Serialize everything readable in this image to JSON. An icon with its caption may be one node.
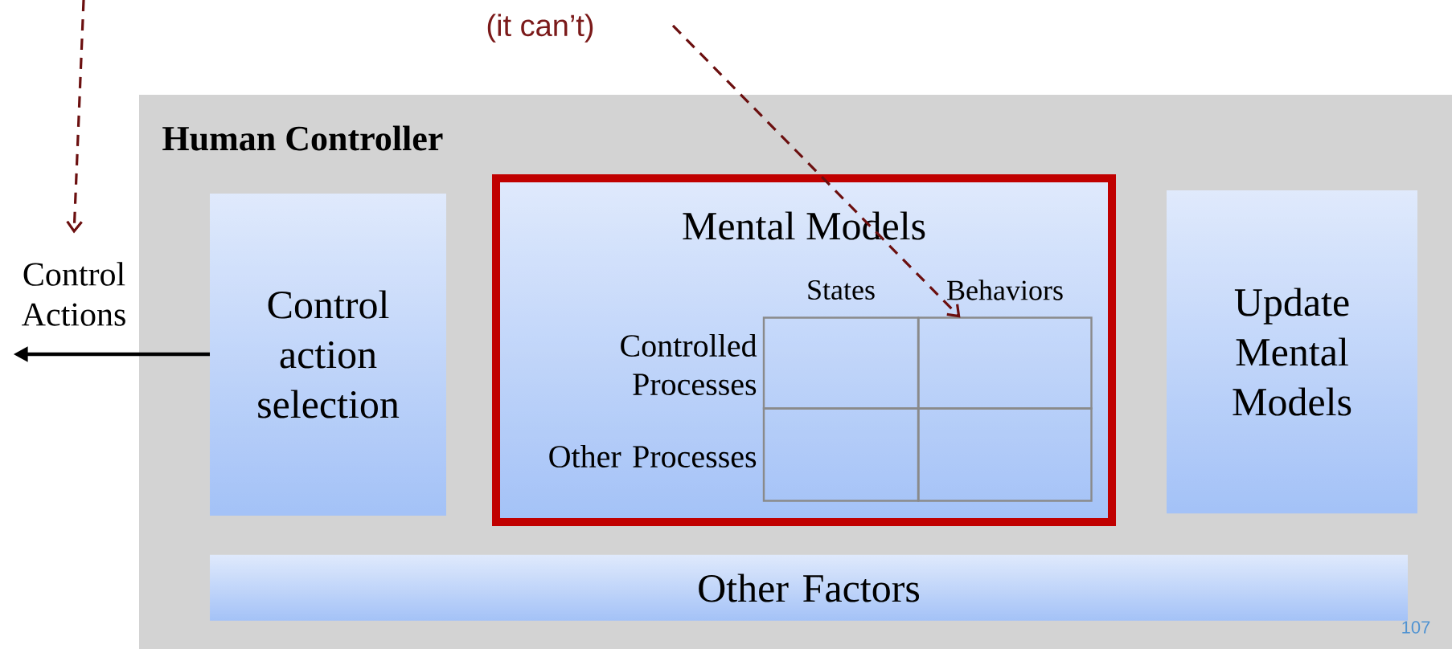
{
  "diagram": {
    "nodes": [
      {
        "text": [
          "Human Controller"
        ]
      },
      {
        "text": [
          "Control action selection"
        ],
        "in": 0
      },
      {
        "text": [
          "Mental Models",
          "States",
          "Behaviors",
          "Controlled Processes",
          "Other Processes"
        ],
        "in": 0
      },
      {
        "text": [],
        "shape": "box",
        "in": 2
      },
      {
        "text": [],
        "shape": "box",
        "in": 2
      },
      {
        "text": [],
        "shape": "box",
        "in": 2
      },
      {
        "text": [],
        "shape": "box",
        "in": 2
      },
      {
        "text": [
          "Update Mental Models"
        ],
        "in": 0
      },
      {
        "text": [
          "Other Factors"
        ],
        "in": 0
      },
      {
        "text": [
          "Control Actions"
        ]
      }
    ],
    "edges": [
      {
        "from": 1,
        "to": 9,
        "arrow": "to",
        "color": "#000000"
      },
      {
        "from": null,
        "to": 9,
        "arrow": "to",
        "style": "dashed",
        "color": "#6b0f0f"
      },
      {
        "from": null,
        "to": 4,
        "arrow": "to",
        "style": "dashed",
        "color": "#6b0f0f"
      }
    ],
    "labels": [
      "(it can’t)",
      "107"
    ]
  }
}
